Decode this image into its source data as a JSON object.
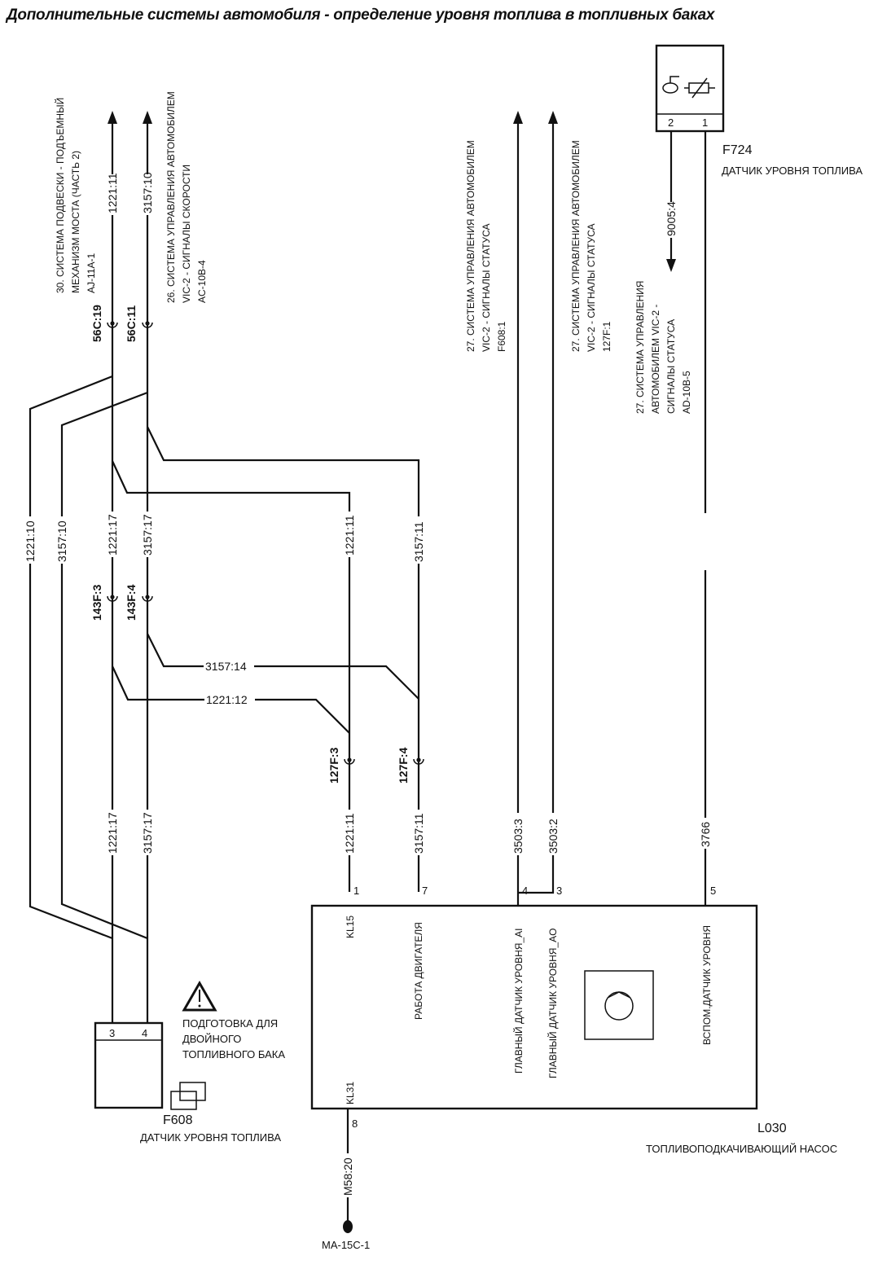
{
  "title": "Дополнительные системы автомобиля - определение уровня топлива в топливных баках",
  "references": {
    "ref_30": [
      "30. СИСТЕМА ПОДВЕСКИ - ПОДЪЕМНЫЙ",
      "МЕХАНИЗМ МОСТА (ЧАСТЬ 2)",
      "AJ-11A-1"
    ],
    "ref_26": [
      "26. СИСТЕМА УПРАВЛЕНИЯ АВТОМОБИЛЕМ",
      "VIC-2 - СИГНАЛЫ СКОРОСТИ",
      "AC-10B-4"
    ],
    "ref_27a": [
      "27. СИСТЕМА УПРАВЛЕНИЯ АВТОМОБИЛЕМ",
      "VIC-2 - СИГНАЛЫ СТАТУСА",
      "F608:1"
    ],
    "ref_27b": [
      "27. СИСТЕМА УПРАВЛЕНИЯ АВТОМОБИЛЕМ",
      "VIC-2 - СИГНАЛЫ СТАТУСА",
      "127F:1"
    ],
    "ref_27c": [
      "27. СИСТЕМА УПРАВЛЕНИЯ",
      "АВТОМОБИЛЕМ VIC-2 -",
      "СИГНАЛЫ СТАТУСА",
      "AD-10B-5"
    ]
  },
  "connectors": {
    "c56C19": "56C:19",
    "c56C11": "56C:11",
    "c143F3": "143F:3",
    "c143F4": "143F:4",
    "c127F3": "127F:3",
    "c127F4": "127F:4"
  },
  "wires": {
    "w1221_11_top": "1221:11",
    "w3157_10_top": "3157:10",
    "w1221_10": "1221:10",
    "w3157_10": "3157:10",
    "w1221_17_a": "1221:17",
    "w3157_17_a": "3157:17",
    "w1221_11_mid": "1221:11",
    "w3157_11_mid": "3157:11",
    "w3157_14": "3157:14",
    "w1221_12": "1221:12",
    "w1221_17_b": "1221:17",
    "w3157_17_b": "3157:17",
    "w1221_11_low": "1221:11",
    "w3157_11_low": "3157:11",
    "w3503_3": "3503:3",
    "w3503_2": "3503:2",
    "w3766": "3766",
    "w9005_4": "9005:4",
    "wM58_20": "M58:20"
  },
  "components": {
    "f724": {
      "code": "F724",
      "name": "ДАТЧИК УРОВНЯ ТОПЛИВА",
      "pins": [
        "2",
        "1"
      ]
    },
    "f608": {
      "code": "F608",
      "name": "ДАТЧИК УРОВНЯ ТОПЛИВА",
      "pins": [
        "3",
        "4"
      ],
      "note": [
        "ПОДГОТОВКА ДЛЯ",
        "ДВОЙНОГО",
        "ТОПЛИВНОГО БАКА"
      ]
    },
    "l030": {
      "code": "L030",
      "name": "ТОПЛИВОПОДКАЧИВАЮЩИЙ НАСОС",
      "pins": [
        "1",
        "7",
        "4",
        "3",
        "5",
        "8"
      ],
      "pin_labels": {
        "kl15": "KL15",
        "engine": "РАБОТА ДВИГАТЕЛЯ",
        "main_ai": "ГЛАВНЫЙ ДАТЧИК УРОВНЯ_AI",
        "main_ao": "ГЛАВНЫЙ ДАТЧИК УРОВНЯ_AO",
        "aux": "ВСПОМ.ДАТЧИК УРОВНЯ",
        "kl31": "KL31"
      }
    }
  },
  "ground": "MA-15C-1"
}
